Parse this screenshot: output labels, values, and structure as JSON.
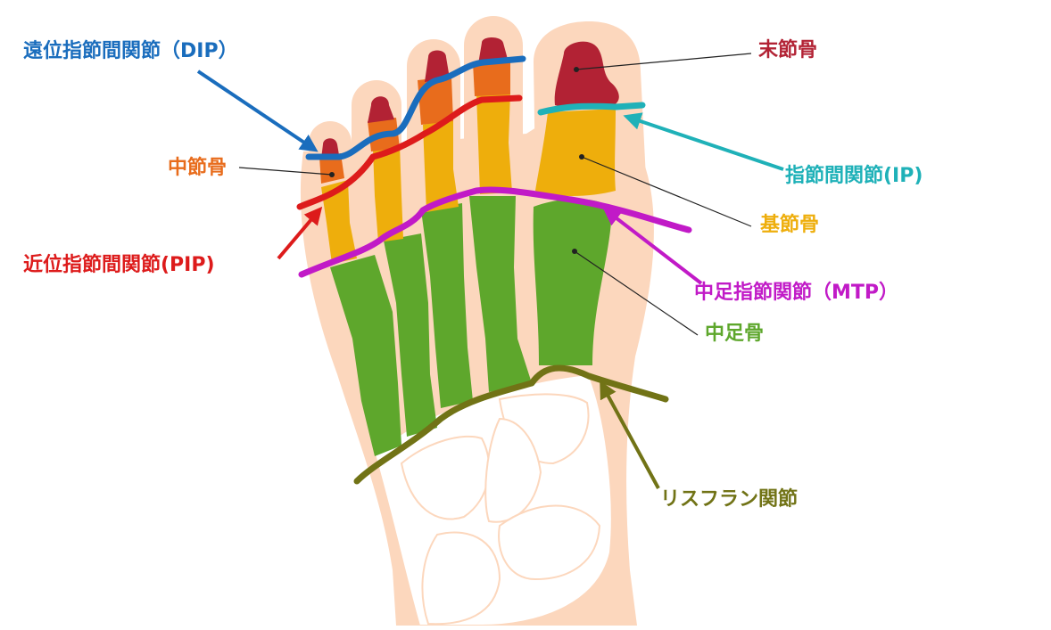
{
  "labels": {
    "dip": "遠位指節間関節（DIP）",
    "pip": "近位指節間関節(PIP)",
    "middle_phalanx": "中節骨",
    "distal_phalanx": "末節骨",
    "ip": "指節間関節(IP)",
    "proximal_phalanx": "基節骨",
    "mtp": "中足指節関節（MTP）",
    "metatarsal": "中足骨",
    "lisfranc": "リスフラン関節"
  },
  "colors": {
    "skin": "#fcd7bd",
    "tarsal": "#ffffff",
    "tarsal_outline": "#fcd7bd",
    "distal": "#b22234",
    "middle": "#e86c1c",
    "proximal": "#eeae0c",
    "metatarsal": "#5ea72c",
    "dip": "#1a6dbd",
    "pip": "#dd1b1b",
    "ip": "#1fb1b8",
    "mtp": "#c11ac7",
    "lisfranc": "#717316",
    "leader": "#222222"
  }
}
